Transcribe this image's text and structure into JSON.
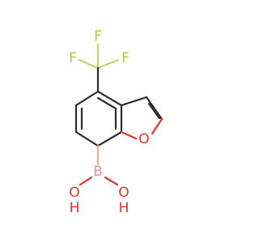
{
  "molecule": {
    "atoms": {
      "f1": "F",
      "f2": "F",
      "f3": "F",
      "o_ring": "O",
      "b": "B",
      "o_left": "O",
      "h_left": "H",
      "o_right": "O",
      "h_right": "H"
    },
    "colors": {
      "bond": "#2b2b2b",
      "fluorine": "#9fcb3a",
      "oxygen": "#e8302c",
      "boron": "#ef8f8a"
    }
  }
}
